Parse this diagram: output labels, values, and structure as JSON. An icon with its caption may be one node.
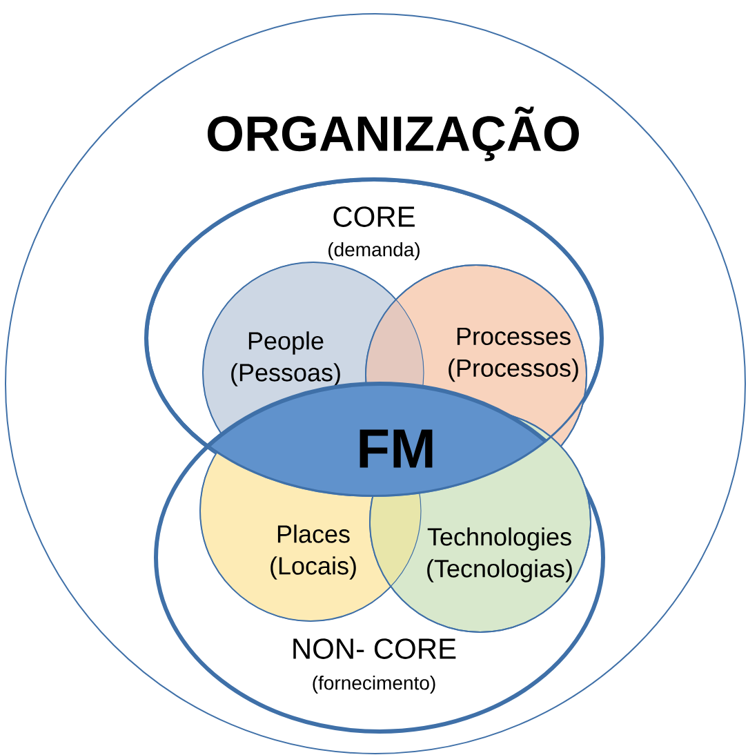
{
  "diagram": {
    "nodes": [
      {
        "text": [
          "ORGANIZAÇÃO"
        ]
      },
      {
        "text": [
          "CORE",
          "(demanda)"
        ],
        "in": 0
      },
      {
        "text": [
          "NON- CORE",
          "(fornecimento)"
        ],
        "in": 0
      },
      {
        "text": [
          "People (Pessoas)"
        ],
        "in": 1
      },
      {
        "text": [
          "Processes (Processos)"
        ],
        "in": 1
      },
      {
        "text": [
          "Places (Locais)"
        ],
        "in": 2
      },
      {
        "text": [
          "Technologies (Tecnologias)"
        ],
        "in": 2
      }
    ],
    "labels": [
      "FM"
    ]
  }
}
